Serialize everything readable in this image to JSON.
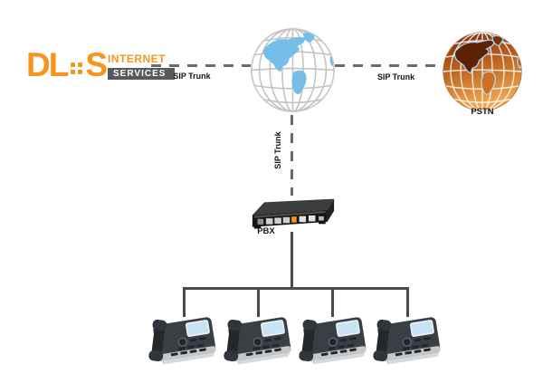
{
  "logo": {
    "brand_prefix": "DL",
    "brand_suffix": "S",
    "tagline_top": "INTERNET",
    "tagline_bottom": "SERVICES"
  },
  "links": {
    "provider_internet_label": "SIP Trunk",
    "internet_pstn_label": "SIP Trunk",
    "internet_pbx_label": "SIP Trunk"
  },
  "nodes": {
    "pstn_label": "PSTN",
    "pbx_label": "PBX",
    "phone_count": 4
  },
  "colors": {
    "brand_orange": "#F7941E",
    "brand_gray": "#58595B",
    "dashed_line": "#6A6A6A",
    "solid_line": "#4A4A4A",
    "globe_continent_blue": "#74BEE9",
    "pstn_globe_dark": "#6E2A0C",
    "pstn_globe_orange": "#F2A94F",
    "pbx_port_orange": "#F7941E",
    "phone_screen_blue": "#C8E4F4"
  }
}
